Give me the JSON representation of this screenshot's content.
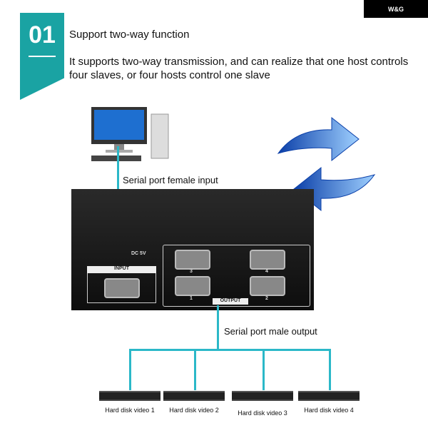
{
  "brand": "W&G",
  "badge": "01",
  "title": "Support two-way function",
  "description": "It supports two-way transmission, and can realize that one host controls four slaves, or four hosts control one slave",
  "labels": {
    "input": "Serial port female input",
    "output": "Serial port male output"
  },
  "device": {
    "input": "INPUT",
    "output": "OUTPUT",
    "dc": "DC 5V",
    "ports": [
      "3",
      "4",
      "1",
      "2"
    ]
  },
  "slaves": [
    "Hard disk video 1",
    "Hard disk video 2",
    "Hard disk video 3",
    "Hard disk video 4"
  ]
}
